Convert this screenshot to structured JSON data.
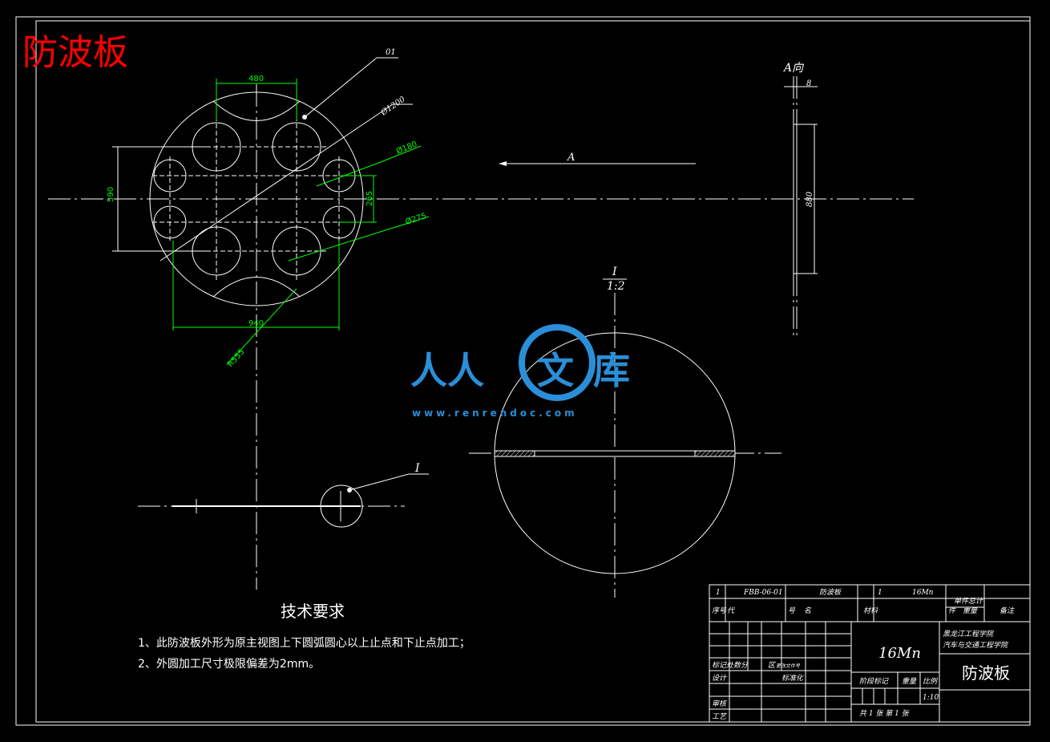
{
  "page_title": "防波板",
  "leaders": {
    "part_no": "01",
    "dia_outer": "Ø1200",
    "dia_small": "Ø180",
    "dia_big": "Ø275",
    "radius": "R555",
    "detail": "I"
  },
  "dims": {
    "top_width": "480",
    "height_left": "590",
    "v_gap": "265",
    "bottom_width": "940",
    "side_height": "880",
    "thickness": "8"
  },
  "side_view": {
    "label": "A向"
  },
  "arrow_label": "A",
  "detail_view": {
    "numerator": "I",
    "scale": "1:2"
  },
  "watermark": {
    "left": "人人",
    "mid": "文",
    "right": "库",
    "url": "www.renrendoc.com"
  },
  "tech": {
    "heading": "技术要求",
    "items": [
      "1、此防波板外形为原主视图上下圆弧圆心以上止点和下止点加工；",
      "2、外圆加工尺寸极限偏差为2mm。"
    ]
  },
  "title_block": {
    "row1": {
      "seq": "1",
      "code": "FBB-06-01",
      "name": "防波板",
      "qty": "1",
      "material": "16Mn"
    },
    "row2": {
      "seq": "序号",
      "code": "代",
      "hao": "号",
      "name": "名",
      "material": "材料",
      "jian": "件",
      "total": "单件总计",
      "weight": "重量",
      "remark": "备注"
    },
    "material_big": "16Mn",
    "school1": "黑龙江工程学院",
    "school2": "汽车与交通工程学院",
    "drawing_name": "防波板",
    "marks": "标记处数分",
    "zone": "区",
    "change_doc": "更改文件号",
    "design": "设计",
    "standard": "标准化",
    "review": "审核",
    "process": "工艺",
    "stage": "阶段标记",
    "weight": "重量",
    "ratio": "比例",
    "scale": "1:10",
    "sheets": "共 1 张  第 1 张"
  }
}
